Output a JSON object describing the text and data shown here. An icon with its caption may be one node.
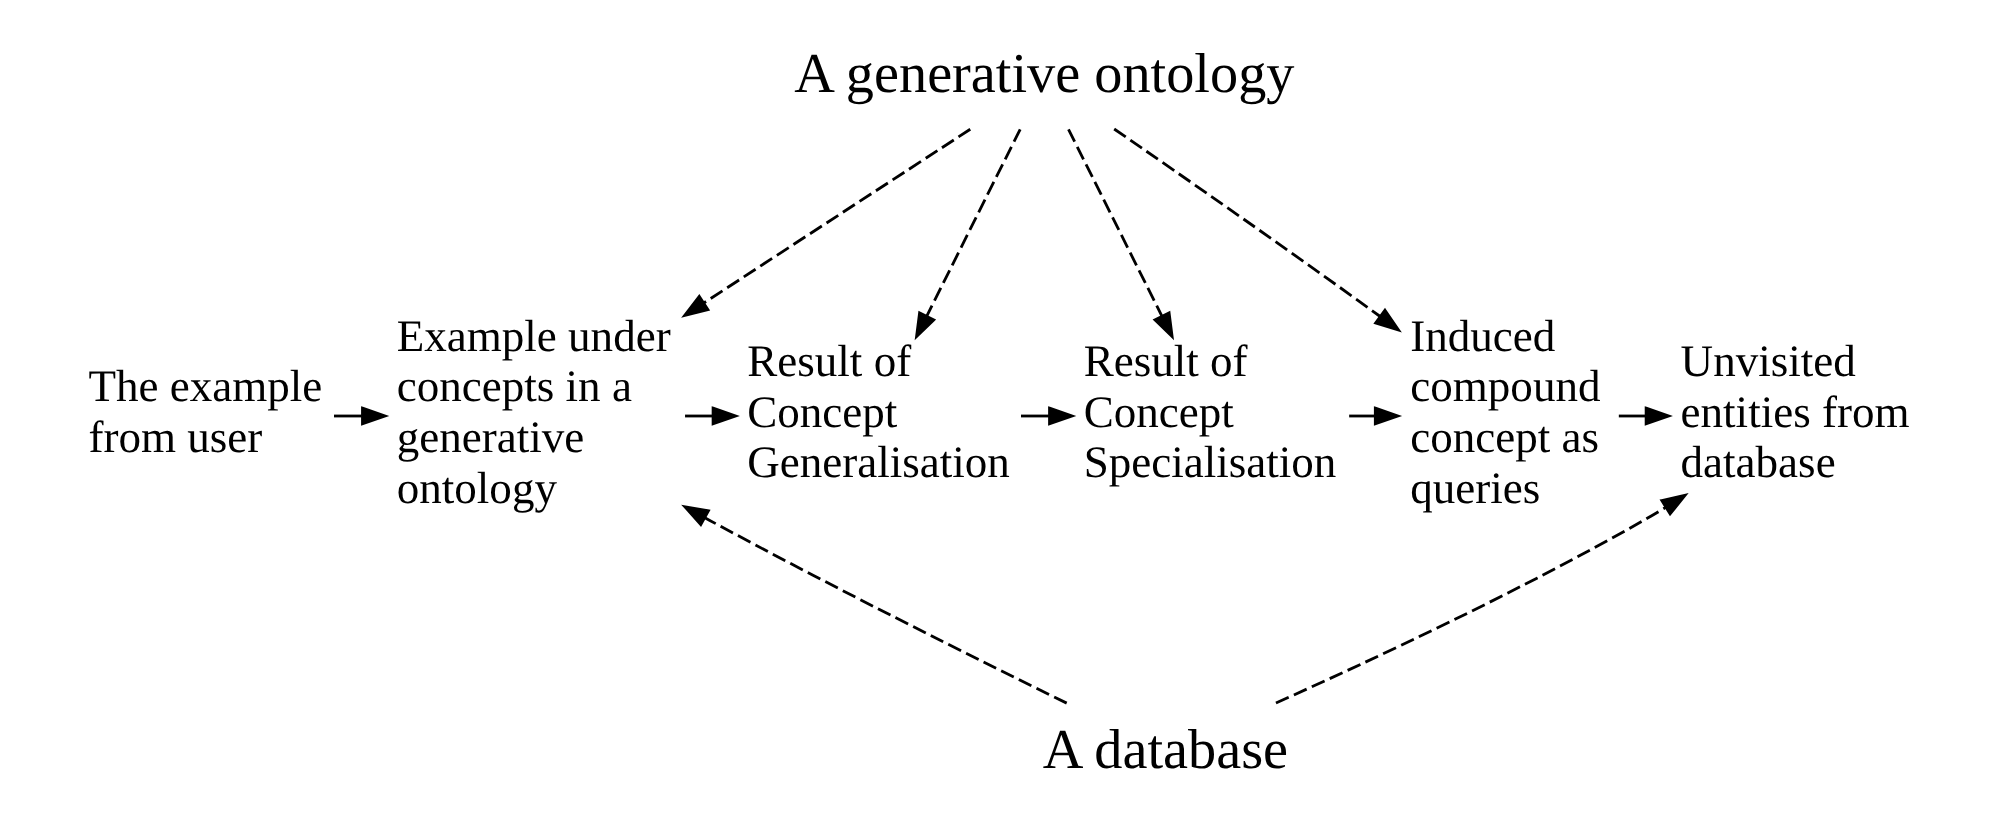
{
  "diagram": {
    "nodes": [
      {
        "text": [
          "A generative ontology"
        ]
      },
      {
        "text": [
          "The example from user"
        ]
      },
      {
        "text": [
          "Example under concepts in a generative ontology"
        ]
      },
      {
        "text": [
          "Result of Concept Generalisation"
        ]
      },
      {
        "text": [
          "Result of Concept Specialisation"
        ]
      },
      {
        "text": [
          "Induced compound concept as queries"
        ]
      },
      {
        "text": [
          "Unvisited entities from database"
        ]
      },
      {
        "text": [
          "A database"
        ]
      }
    ],
    "edges": [
      {
        "from": 1,
        "to": 2,
        "arrow": "to"
      },
      {
        "from": 2,
        "to": 3,
        "arrow": "to"
      },
      {
        "from": 3,
        "to": 4,
        "arrow": "to"
      },
      {
        "from": 4,
        "to": 5,
        "arrow": "to"
      },
      {
        "from": 5,
        "to": 6,
        "arrow": "to"
      },
      {
        "from": 0,
        "to": 2,
        "arrow": "to",
        "style": "dashed"
      },
      {
        "from": 0,
        "to": 3,
        "arrow": "to",
        "style": "dashed"
      },
      {
        "from": 0,
        "to": 4,
        "arrow": "to",
        "style": "dashed"
      },
      {
        "from": 0,
        "to": 5,
        "arrow": "to",
        "style": "dashed"
      },
      {
        "from": 7,
        "to": 2,
        "arrow": "to",
        "style": "dashed"
      },
      {
        "from": 7,
        "to": 6,
        "arrow": "to",
        "style": "dashed"
      }
    ]
  }
}
